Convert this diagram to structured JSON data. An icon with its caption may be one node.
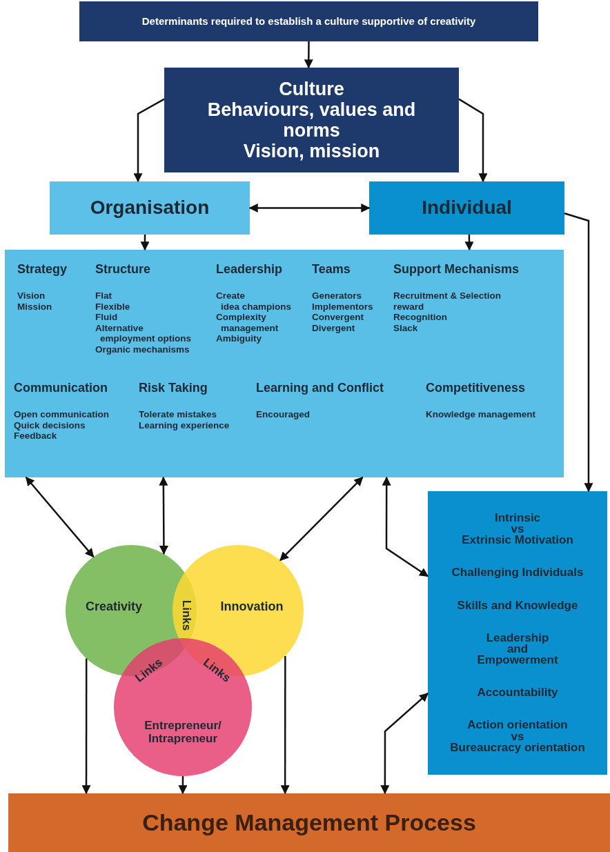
{
  "diagram": {
    "nodes": [
      {
        "text": [
          "Determinants required to establish a culture  supportive of creativity"
        ]
      },
      {
        "text": [
          "Culture",
          "Behaviours, values and norms",
          "Vision, mission"
        ]
      },
      {
        "text": [
          "Organisation"
        ]
      },
      {
        "text": [
          "Individual"
        ]
      },
      {
        "text": [
          "Strategy",
          "Vision",
          "Mission",
          "Structure",
          "Flat",
          "Flexible",
          "Fluid",
          "Alternative employment options",
          "Organic mechanisms",
          "Leadership",
          "Create idea champions",
          "Complexity management",
          "Ambiguity",
          "Teams",
          "Generators",
          "Implementors",
          "Convergent",
          "Divergent",
          "Support Mechanisms",
          "Recruitment & Selection",
          "reward",
          "Recognition",
          "Slack",
          "Communication",
          "Open communication",
          "Quick decisions",
          "Feedback",
          "Risk Taking",
          "Tolerate mistakes",
          "Learning experience",
          "Learning and Conflict",
          "Encouraged",
          "Competitiveness",
          "Knowledge management"
        ]
      },
      {
        "text": [
          "Creativity"
        ]
      },
      {
        "text": [
          "Innovation"
        ]
      },
      {
        "text": [
          "Entrepreneur/ Intrapreneur"
        ]
      },
      {
        "text": [
          "Intrinsic vs Extrinsic Motivation",
          "Challenging Individuals",
          "Skills and Knowledge",
          "Leadership and Empowerment",
          "Accountability",
          "Action orientation vs Bureaucracy orientation"
        ]
      },
      {
        "text": [
          "Change Management Process"
        ]
      }
    ],
    "edges": [
      {
        "from": 0,
        "to": 1,
        "arrow": "to"
      },
      {
        "from": 1,
        "to": 2,
        "arrow": "to"
      },
      {
        "from": 1,
        "to": 3,
        "arrow": "to"
      },
      {
        "from": 2,
        "to": 3,
        "arrow": "both"
      },
      {
        "from": 2,
        "to": 4,
        "arrow": "to"
      },
      {
        "from": 3,
        "to": 4,
        "arrow": "to"
      },
      {
        "from": 3,
        "to": 8,
        "arrow": "to"
      },
      {
        "from": 4,
        "to": 5,
        "arrow": "both"
      },
      {
        "from": 4,
        "to": 5,
        "arrow": "both"
      },
      {
        "from": 4,
        "to": 6,
        "arrow": "both"
      },
      {
        "from": 4,
        "to": 8,
        "arrow": "both"
      },
      {
        "from": 5,
        "to": 9,
        "arrow": "to"
      },
      {
        "from": 7,
        "to": 9,
        "arrow": "to"
      },
      {
        "from": 6,
        "to": 9,
        "arrow": "to"
      },
      {
        "from": 9,
        "to": 8,
        "arrow": "both"
      }
    ],
    "labels": [
      "Links",
      "Links",
      "Links"
    ]
  }
}
